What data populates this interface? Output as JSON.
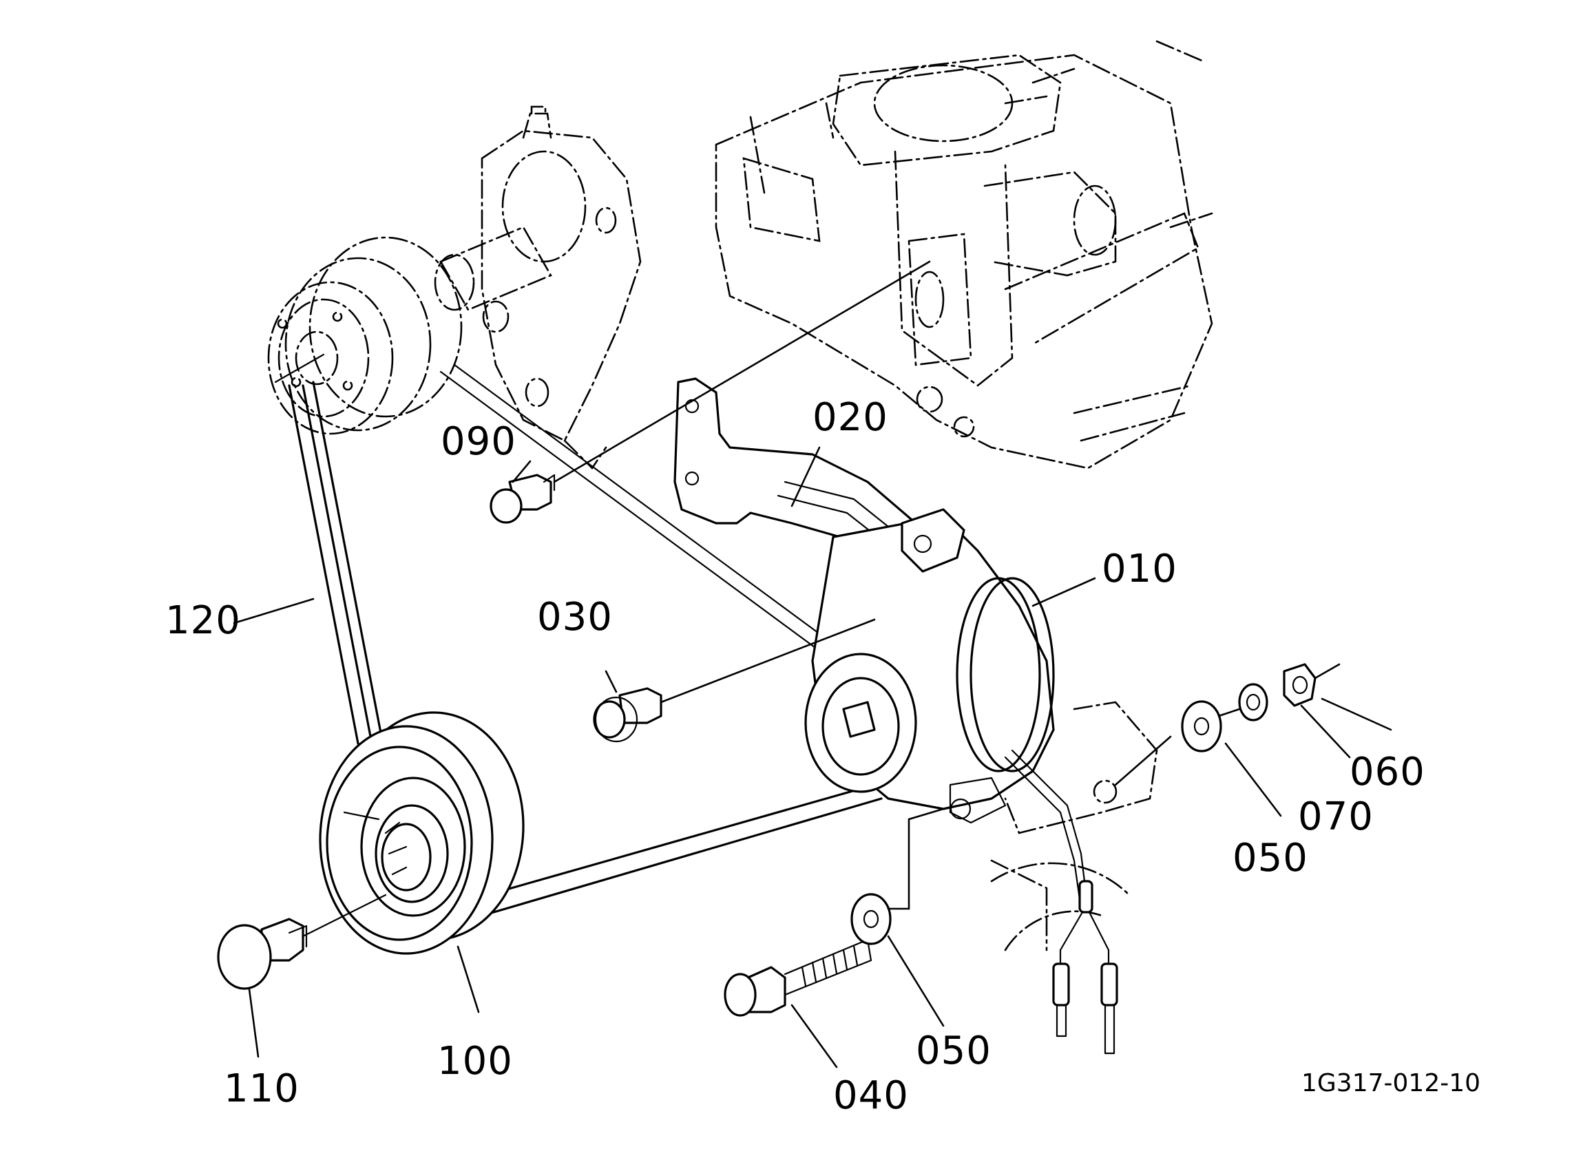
{
  "diagram": {
    "figure_code": "1G317-012-10",
    "callouts": {
      "p010": "010",
      "p020": "020",
      "p030": "030",
      "p040": "040",
      "p050a": "050",
      "p050b": "050",
      "p060": "060",
      "p070": "070",
      "p090": "090",
      "p100": "100",
      "p110": "110",
      "p120": "120"
    }
  }
}
